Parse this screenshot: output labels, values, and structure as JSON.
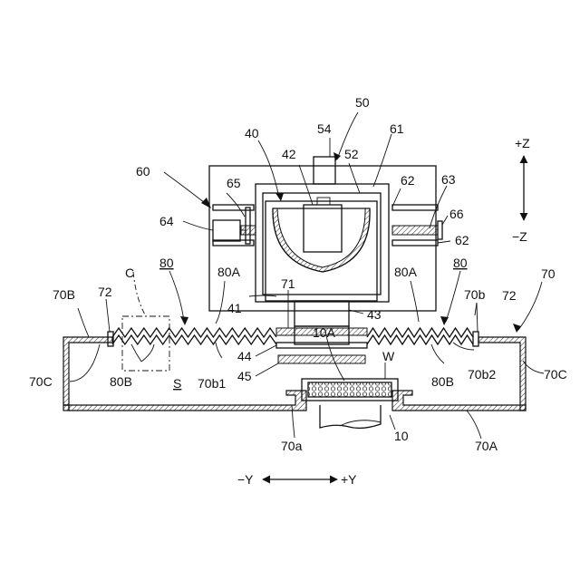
{
  "labels": {
    "l50": "50",
    "l54": "54",
    "l40": "40",
    "l61": "61",
    "l42": "42",
    "l52": "52",
    "l60": "60",
    "l65": "65",
    "l62a": "62",
    "l63": "63",
    "l64": "64",
    "l66": "66",
    "l62b": "62",
    "l70": "70",
    "l70B": "70B",
    "l72a": "72",
    "lC": "C",
    "l80a": "80",
    "l80Aa": "80A",
    "l80Ab": "80A",
    "l80b": "80",
    "l70b": "70b",
    "l72b": "72",
    "l41": "41",
    "l71": "71",
    "l43": "43",
    "l10A": "10A",
    "lW": "W",
    "l44": "44",
    "l45": "45",
    "l70C_left": "70C",
    "l80Ba": "80B",
    "lS": "S",
    "l70b1": "70b1",
    "l80Bb": "80B",
    "l70b2": "70b2",
    "l70C_right": "70C",
    "l70a": "70a",
    "l10": "10",
    "l70A": "70A"
  },
  "axes": {
    "plus_z": "+Z",
    "minus_z": "−Z",
    "minus_y": "−Y",
    "plus_y": "+Y"
  },
  "colors": {
    "line": "#111111",
    "background": "#ffffff"
  }
}
